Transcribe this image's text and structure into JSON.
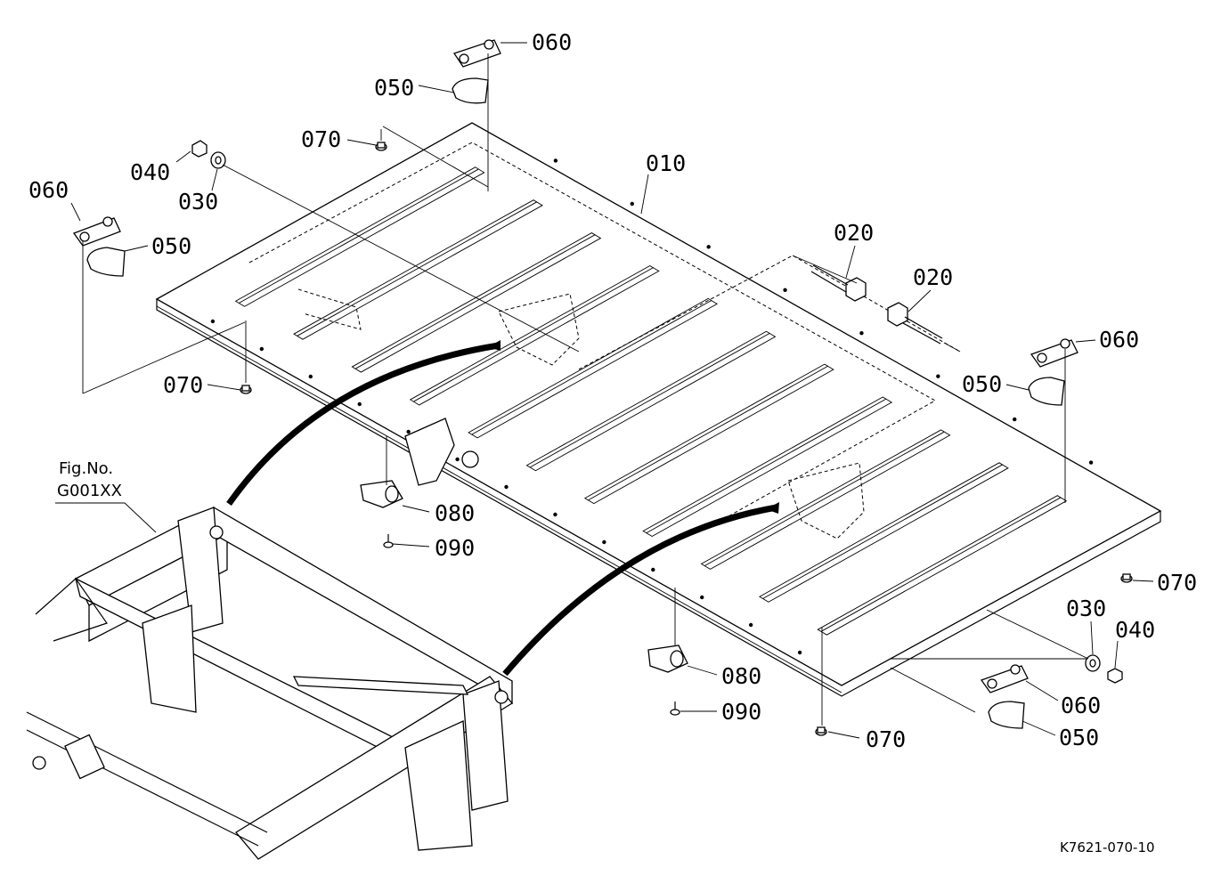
{
  "drawing": {
    "reference": "K7621-070-10",
    "fig_ref": {
      "line1": "Fig.No.",
      "line2": "G001XX"
    }
  },
  "callouts": {
    "c060_top": "060",
    "c050_top": "050",
    "c070_top": "070",
    "c040_left": "040",
    "c030_left": "030",
    "c060_left": "060",
    "c050_left": "050",
    "c010": "010",
    "c020_a": "020",
    "c020_b": "020",
    "c060_right": "060",
    "c050_right": "050",
    "c070_left": "070",
    "c080_left": "080",
    "c090_left": "090",
    "c070_right": "070",
    "c030_right": "030",
    "c040_right": "040",
    "c080_right": "080",
    "c090_right": "090",
    "c060_bottom": "060",
    "c050_bottom": "050",
    "c070_bottom": "070"
  }
}
